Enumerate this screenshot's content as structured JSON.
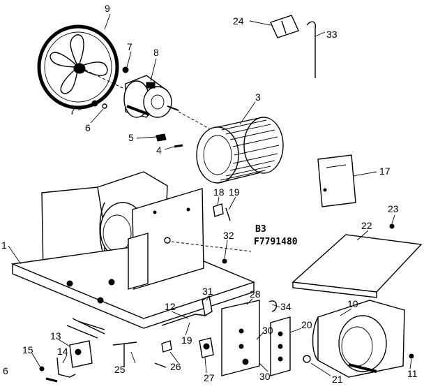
{
  "diagram": {
    "section_code": "B3",
    "model_code": "F7791480"
  },
  "callouts": [
    {
      "id": "c9",
      "text": "9"
    },
    {
      "id": "c7a",
      "text": "7"
    },
    {
      "id": "c8",
      "text": "8"
    },
    {
      "id": "c7b",
      "text": "7"
    },
    {
      "id": "c6a",
      "text": "6"
    },
    {
      "id": "c5",
      "text": "5"
    },
    {
      "id": "c4",
      "text": "4"
    },
    {
      "id": "c3",
      "text": "3"
    },
    {
      "id": "c24",
      "text": "24"
    },
    {
      "id": "c33",
      "text": "33"
    },
    {
      "id": "c17",
      "text": "17"
    },
    {
      "id": "c18",
      "text": "18"
    },
    {
      "id": "c19a",
      "text": "19"
    },
    {
      "id": "c23",
      "text": "23"
    },
    {
      "id": "c22",
      "text": "22"
    },
    {
      "id": "c32",
      "text": "32"
    },
    {
      "id": "c1",
      "text": "1"
    },
    {
      "id": "c31",
      "text": "31"
    },
    {
      "id": "c28",
      "text": "28"
    },
    {
      "id": "c34",
      "text": "34"
    },
    {
      "id": "c10",
      "text": "10"
    },
    {
      "id": "c12",
      "text": "12"
    },
    {
      "id": "c19b",
      "text": "19"
    },
    {
      "id": "c20",
      "text": "20"
    },
    {
      "id": "c30a",
      "text": "30"
    },
    {
      "id": "c13",
      "text": "13"
    },
    {
      "id": "c15",
      "text": "15"
    },
    {
      "id": "c14",
      "text": "14"
    },
    {
      "id": "c16",
      "text": "6"
    },
    {
      "id": "c25",
      "text": "25"
    },
    {
      "id": "c26",
      "text": "26"
    },
    {
      "id": "c27",
      "text": "27"
    },
    {
      "id": "c30b",
      "text": "30"
    },
    {
      "id": "c21",
      "text": "21"
    },
    {
      "id": "c11",
      "text": "11"
    }
  ]
}
